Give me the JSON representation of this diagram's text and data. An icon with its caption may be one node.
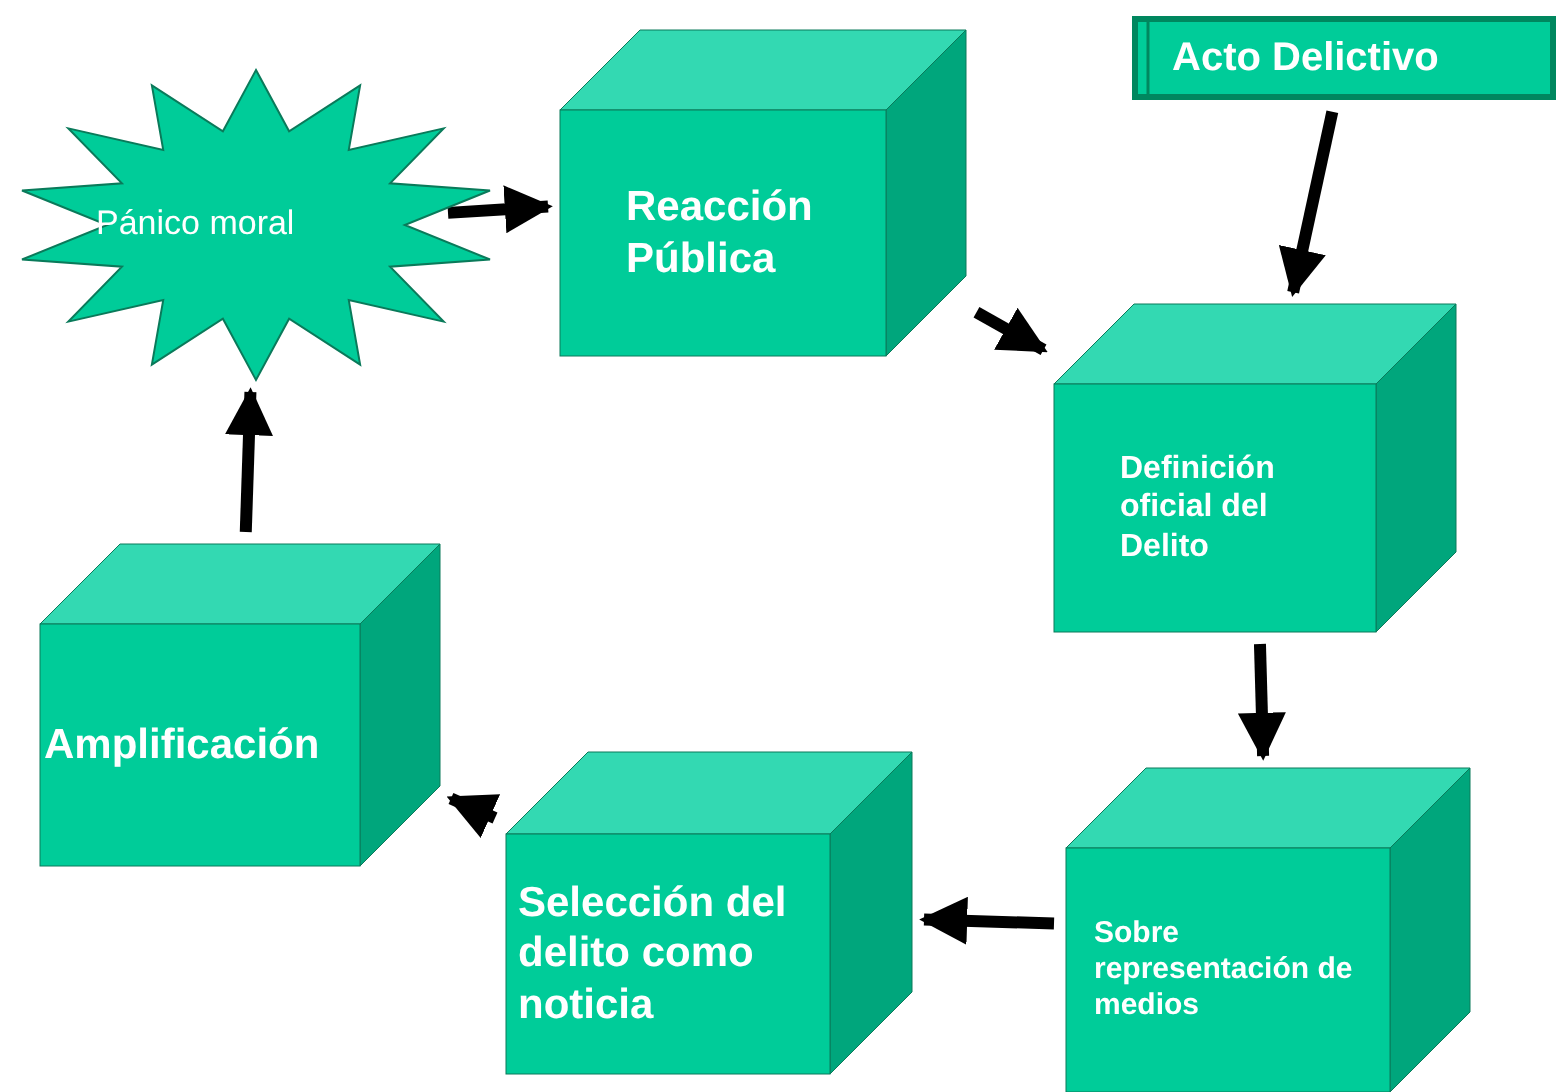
{
  "diagram": {
    "nodes": [
      {
        "text": [
          "Pánico moral"
        ]
      },
      {
        "text": [
          "Reacción Pública"
        ]
      },
      {
        "text": [
          "Acto Delictivo"
        ]
      },
      {
        "text": [
          "Definición oficial del Delito"
        ]
      },
      {
        "text": [
          "Sobre representación de medios"
        ]
      },
      {
        "text": [
          "Selección del delito como noticia"
        ]
      },
      {
        "text": [
          "Amplificación"
        ]
      }
    ],
    "edges": [
      {
        "from": 0,
        "to": 1,
        "arrow": "to"
      },
      {
        "from": 2,
        "to": 3,
        "arrow": "to"
      },
      {
        "from": 1,
        "to": 3,
        "arrow": "to"
      },
      {
        "from": 3,
        "to": 4,
        "arrow": "to"
      },
      {
        "from": 4,
        "to": 5,
        "arrow": "to"
      },
      {
        "from": 5,
        "to": 6,
        "arrow": "to"
      },
      {
        "from": 6,
        "to": 0,
        "arrow": "to"
      }
    ]
  }
}
